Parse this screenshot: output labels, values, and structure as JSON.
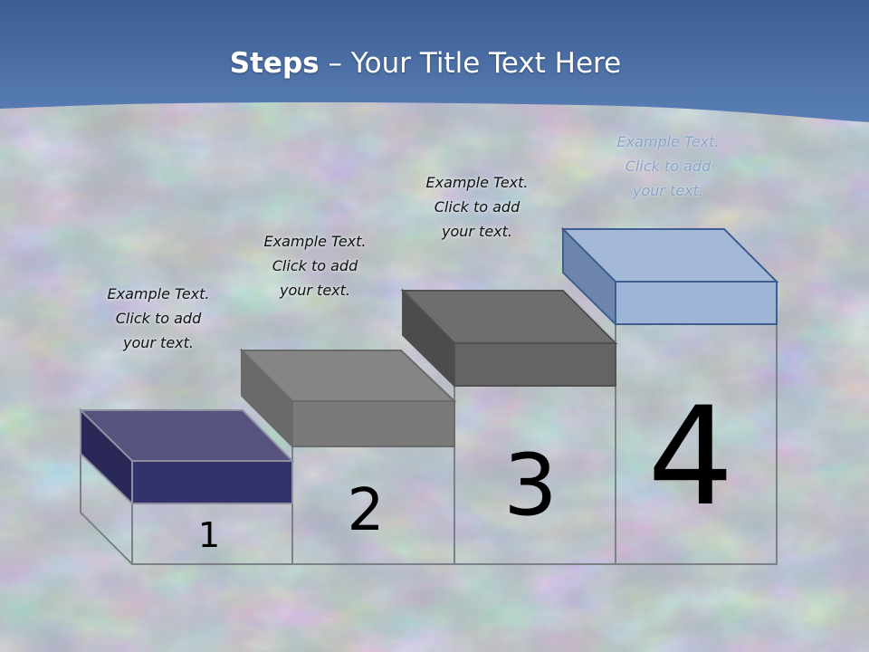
{
  "slide": {
    "title_bold": "Steps",
    "title_rest": " – Your Title Text Here"
  },
  "steps": [
    {
      "number": "1",
      "lines": [
        "Example Text.",
        "Click  to add",
        "your text."
      ],
      "color": "#34326b"
    },
    {
      "number": "2",
      "lines": [
        "Example Text.",
        "Click  to add",
        "your text."
      ],
      "color": "#7a7a7a"
    },
    {
      "number": "3",
      "lines": [
        "Example Text.",
        "Click  to add",
        "your text."
      ],
      "color": "#636363"
    },
    {
      "number": "4",
      "lines": [
        "Example Text.",
        "Click  to add",
        "your text."
      ],
      "color": "#9fb5d8"
    }
  ],
  "colors": {
    "header_blue": "#4a6fa5",
    "rock_gray": "#a4abb3",
    "outline": "#7d8288"
  }
}
